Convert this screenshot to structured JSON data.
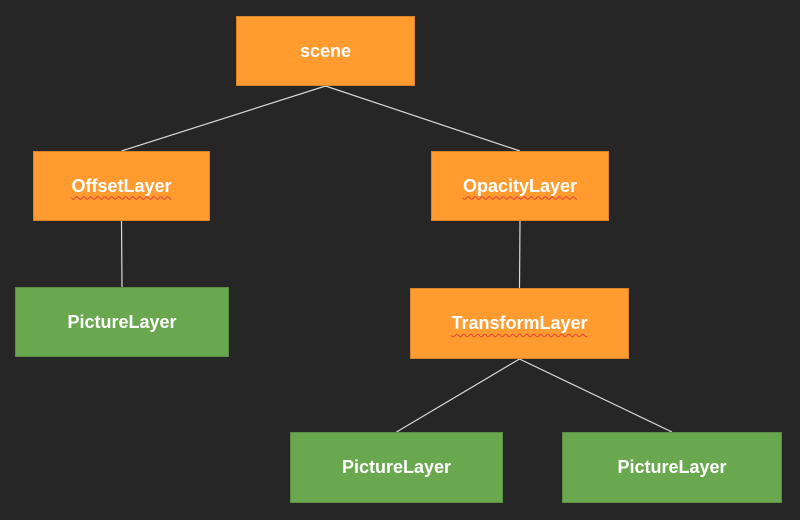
{
  "colors": {
    "background": "#262626",
    "layer_node": "#ff9b2f",
    "picture_node": "#6aa84f",
    "edge": "#d9d9d9",
    "text": "#ffffff"
  },
  "nodes": {
    "scene": {
      "label": "scene",
      "kind": "layer"
    },
    "offset_layer": {
      "label": "OffsetLayer",
      "kind": "layer"
    },
    "opacity_layer": {
      "label": "OpacityLayer",
      "kind": "layer"
    },
    "picture_layer_1": {
      "label": "PictureLayer",
      "kind": "picture"
    },
    "transform_layer": {
      "label": "TransformLayer",
      "kind": "layer"
    },
    "picture_layer_2": {
      "label": "PictureLayer",
      "kind": "picture"
    },
    "picture_layer_3": {
      "label": "PictureLayer",
      "kind": "picture"
    }
  },
  "edges": [
    {
      "from": "scene",
      "to": "offset_layer"
    },
    {
      "from": "scene",
      "to": "opacity_layer"
    },
    {
      "from": "offset_layer",
      "to": "picture_layer_1"
    },
    {
      "from": "opacity_layer",
      "to": "transform_layer"
    },
    {
      "from": "transform_layer",
      "to": "picture_layer_2"
    },
    {
      "from": "transform_layer",
      "to": "picture_layer_3"
    }
  ]
}
